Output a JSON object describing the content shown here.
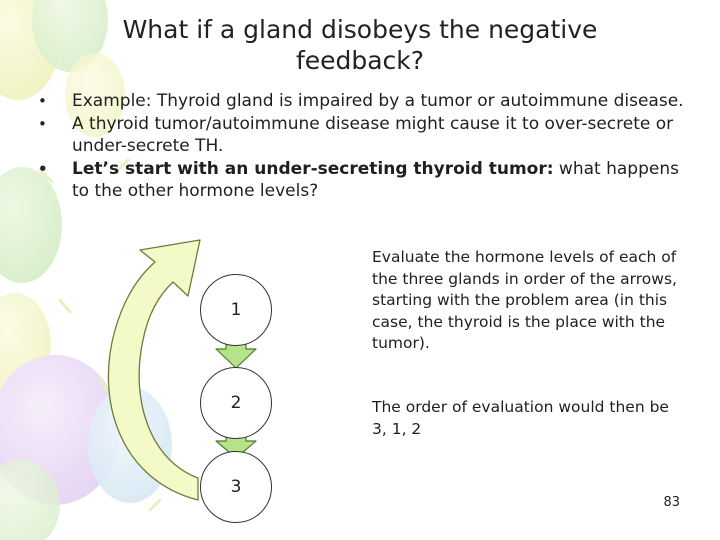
{
  "slide": {
    "title": "What if a gland disobeys the negative feedback?",
    "bullets": [
      {
        "text": "Example: Thyroid gland is impaired by a tumor or autoimmune disease."
      },
      {
        "text": "A thyroid tumor/autoimmune disease might cause it to over-secrete or under-secrete TH."
      },
      {
        "bold": "Let’s start with an under-secreting thyroid tumor:",
        "normal": " what happens to the other hormone levels?"
      }
    ],
    "note_1": "Evaluate the hormone levels of each of the three glands in order of the arrows, starting with the problem area (in this case, the thyroid is the place with the tumor).",
    "note_2": "The order of evaluation would then be 3, 1, 2",
    "diagram": {
      "circle_1": "1",
      "circle_2": "2",
      "circle_3": "3"
    },
    "page_number": "83",
    "colors": {
      "arrow_fill": "#f4f9c8",
      "arrow_stroke": "#6f7a3a",
      "down_arrow_fill": "#b6e28a",
      "down_arrow_stroke": "#4d7a2a"
    }
  }
}
